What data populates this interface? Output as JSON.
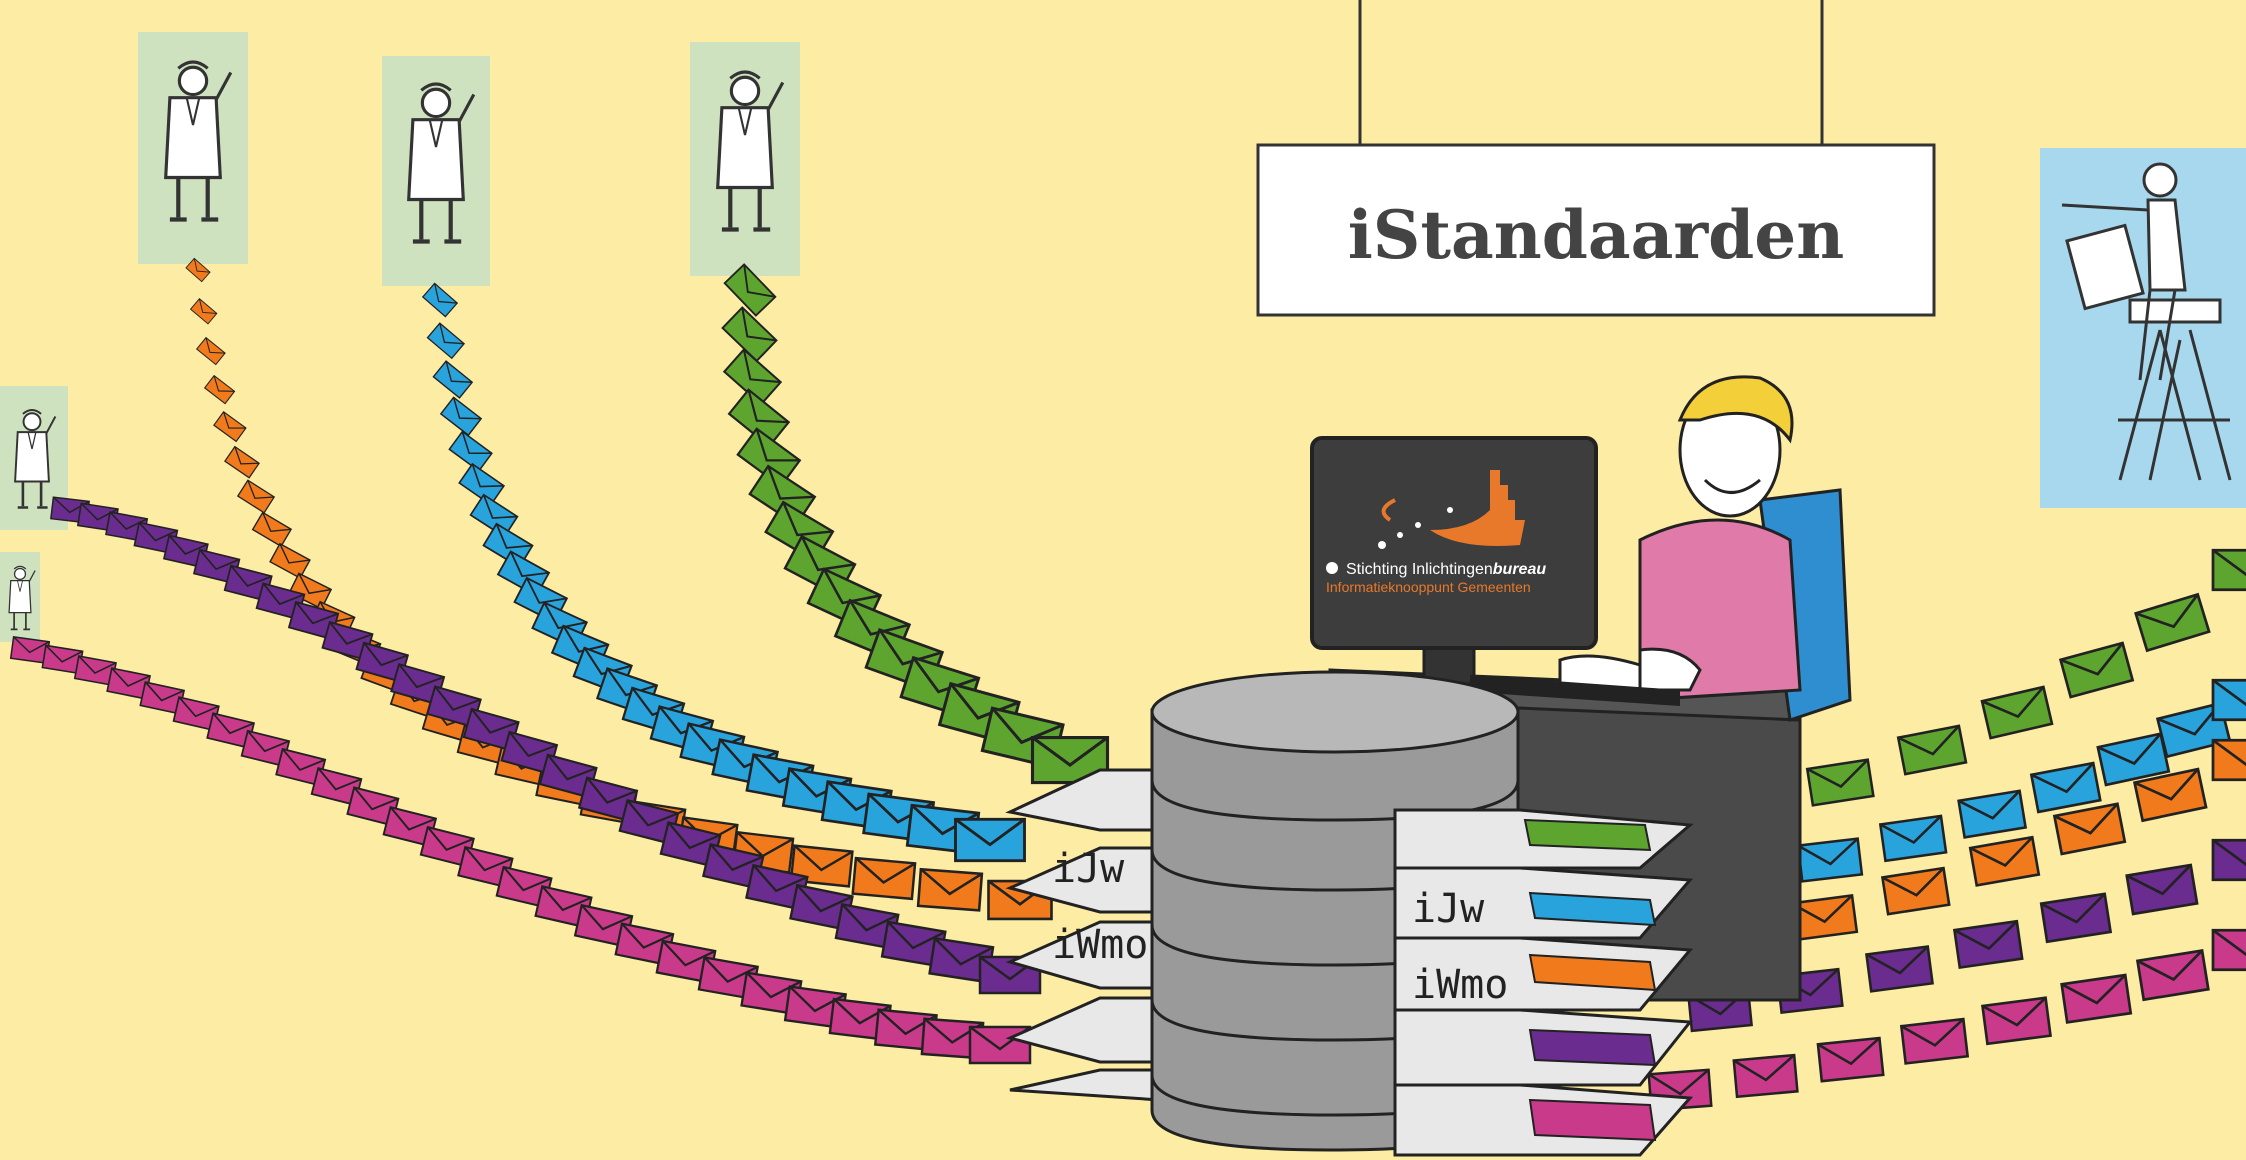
{
  "sign": {
    "title": "iStandaarden"
  },
  "logo": {
    "org_name_regular": "Stichting Inlichtingen",
    "org_name_emphasis": "bureau",
    "subtitle": "Informatieknooppunt Gemeenten"
  },
  "tabs": {
    "jw": "iJw",
    "wmo": "iWmo"
  },
  "colors": {
    "background": "#fdeca4",
    "orange": "#f07a1c",
    "blue": "#28a3dc",
    "green": "#5ea530",
    "purple": "#6a2c8e",
    "magenta": "#c93a8a",
    "care_panel": "#cfe2c0",
    "user_panel": "#a8d8ee"
  },
  "icons": [
    "doctor-figure-icon",
    "envelope-icon",
    "database-icon",
    "monitor-icon",
    "lifeguard-figure-icon"
  ]
}
